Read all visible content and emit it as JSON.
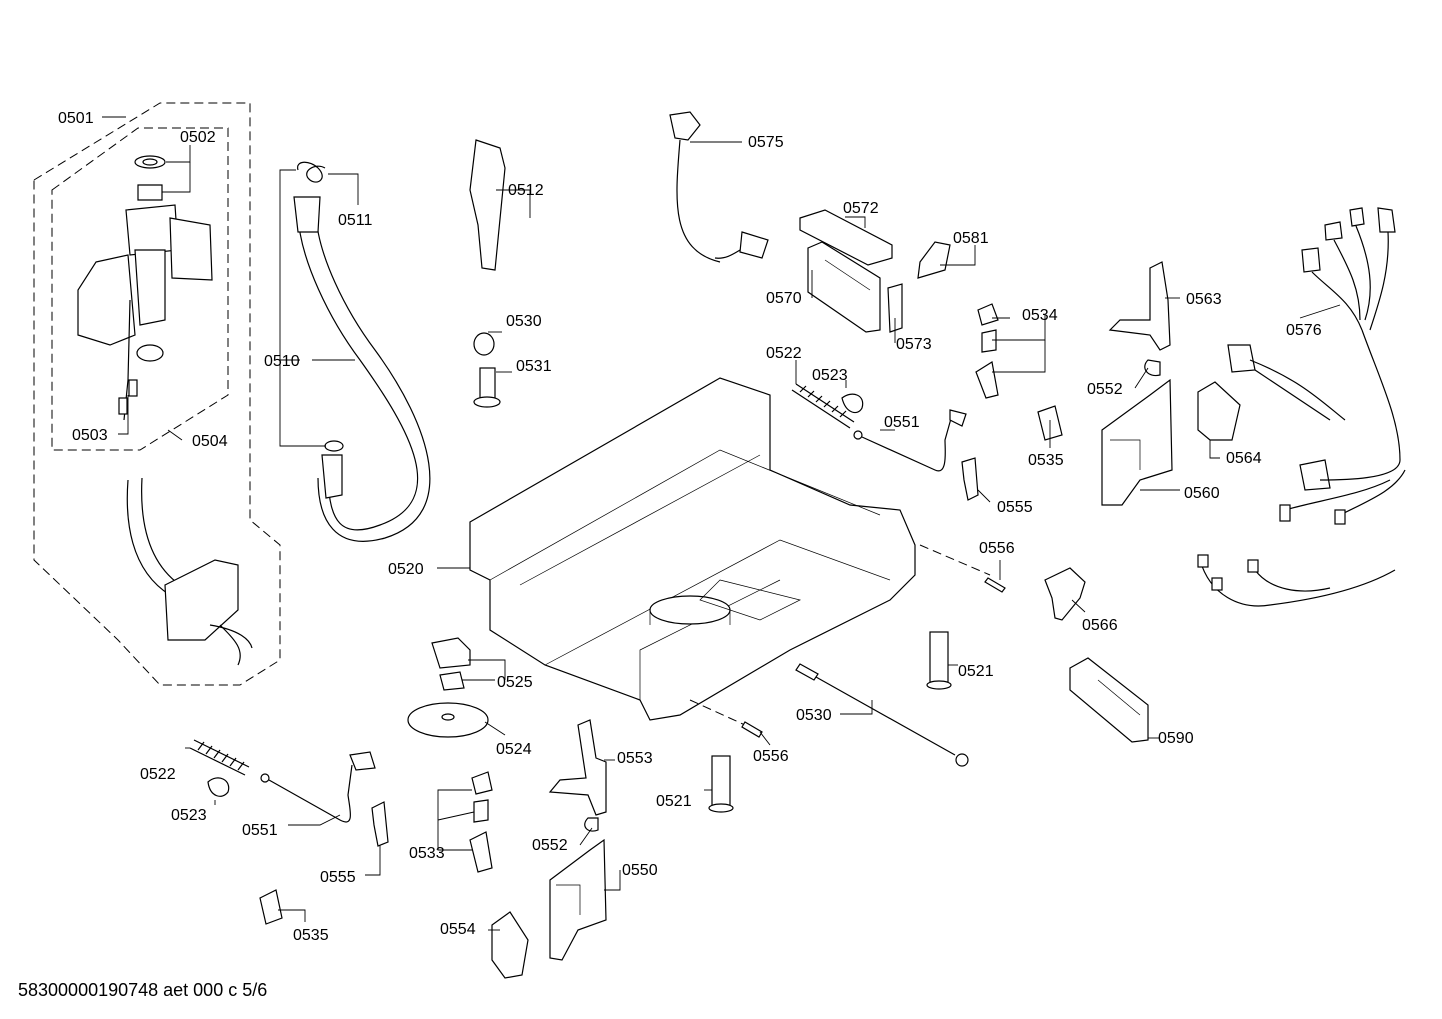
{
  "footer": "58300000190748 aet 000 c 5/6",
  "labels": {
    "l0501": "0501",
    "l0502": "0502",
    "l0503": "0503",
    "l0504": "0504",
    "l0510": "0510",
    "l0511": "0511",
    "l0512": "0512",
    "l0520": "0520",
    "l0521a": "0521",
    "l0521b": "0521",
    "l0522a": "0522",
    "l0522b": "0522",
    "l0523a": "0523",
    "l0523b": "0523",
    "l0524": "0524",
    "l0525": "0525",
    "l0530a": "0530",
    "l0530b": "0530",
    "l0531": "0531",
    "l0533": "0533",
    "l0534": "0534",
    "l0535a": "0535",
    "l0535b": "0535",
    "l0550": "0550",
    "l0551a": "0551",
    "l0551b": "0551",
    "l0552a": "0552",
    "l0552b": "0552",
    "l0553": "0553",
    "l0554": "0554",
    "l0555a": "0555",
    "l0555b": "0555",
    "l0556a": "0556",
    "l0556b": "0556",
    "l0560": "0560",
    "l0563": "0563",
    "l0564": "0564",
    "l0566": "0566",
    "l0570": "0570",
    "l0572": "0572",
    "l0573": "0573",
    "l0575": "0575",
    "l0576": "0576",
    "l0581": "0581",
    "l0590": "0590"
  }
}
